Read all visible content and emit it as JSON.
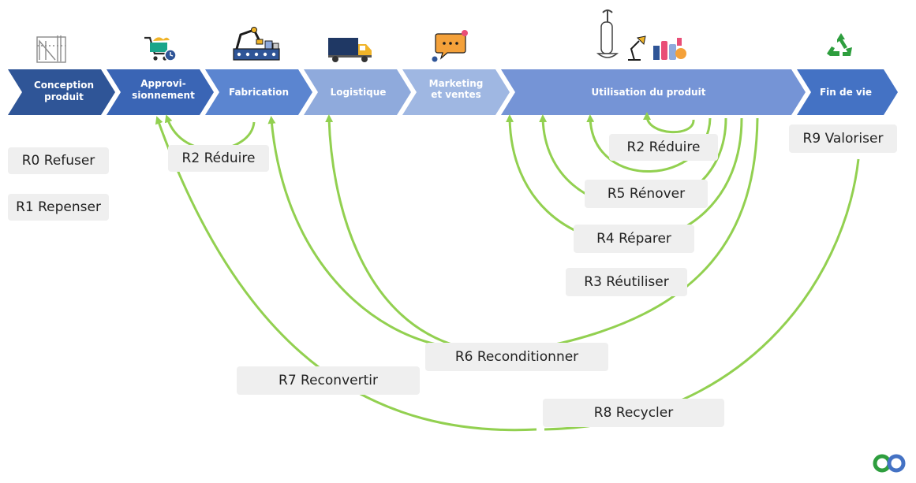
{
  "stages": [
    {
      "line1": "Conception",
      "line2": "produit"
    },
    {
      "line1": "Approvi-",
      "line2": "sionnement"
    },
    {
      "line1": "Fabrication",
      "line2": ""
    },
    {
      "line1": "Logistique",
      "line2": ""
    },
    {
      "line1": "Marketing",
      "line2": "et ventes"
    },
    {
      "line1": "Utilisation du produit",
      "line2": ""
    },
    {
      "line1": "Fin de vie",
      "line2": ""
    }
  ],
  "strategies": {
    "r0": "R0 Refuser",
    "r1": "R1 Repenser",
    "r2_fab": "R2 Réduire",
    "r2_use": "R2 Réduire",
    "r3": "R3 Réutiliser",
    "r4": "R4 Réparer",
    "r5": "R5 Rénover",
    "r6": "R6 Reconditionner",
    "r7": "R7 Reconvertir",
    "r8": "R8 Recycler",
    "r9": "R9 Valoriser"
  },
  "icons": [
    "ruler-triangle-icon",
    "shopping-cart-clock-icon",
    "robot-arm-factory-icon",
    "delivery-truck-icon",
    "chat-bubble-icon",
    "vacuum-lamp-products-icon",
    "recycle-icon",
    "infinity-logo-icon"
  ],
  "colors": {
    "arrow": "#92d050",
    "box": "#efefef",
    "dark": "#2f5597",
    "mid": "#4472c4",
    "light": "#8faadc"
  }
}
